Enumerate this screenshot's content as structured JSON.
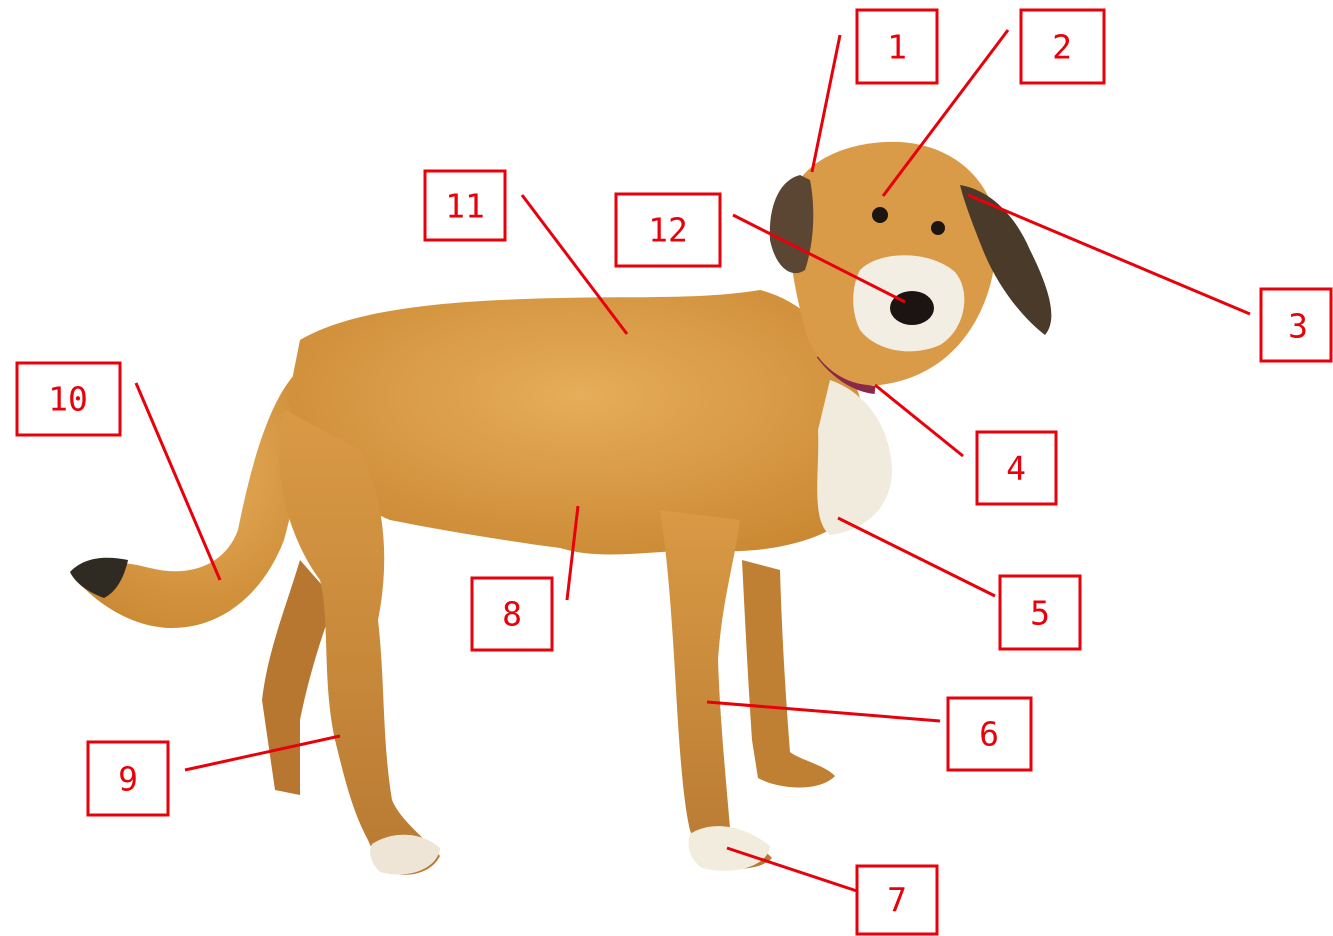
{
  "labels": [
    "1",
    "2",
    "3",
    "4",
    "5",
    "6",
    "7",
    "8",
    "9",
    "10",
    "11",
    "12"
  ],
  "colors": {
    "label": "#e8000a",
    "coat": "#d9973e",
    "coat_light": "#e9b463",
    "coat_dark": "#b0702a",
    "ear": "#4a3a2a",
    "chest": "#f2ece0",
    "nose": "#1b1412",
    "collar": "#8a2a4a"
  }
}
